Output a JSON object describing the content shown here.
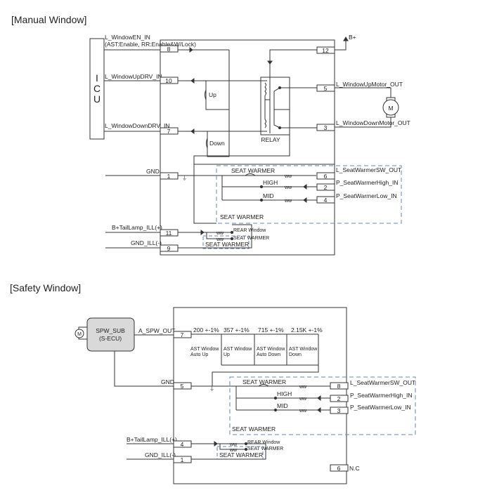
{
  "manual": {
    "title": "[Manual Window]",
    "icu_letters": [
      "I",
      "C",
      "U"
    ],
    "signals": {
      "en": "L_WindowEN_IN",
      "en_note": "(AST:Enable, RR:Enable&W/Lock)",
      "up": "L_WindowUpDRV_IN",
      "down": "L_WindowDownDRV_IN",
      "gnd": "GND",
      "tail": "B+TailLamp_ILL(+)",
      "gnd_ill": "GND_ILL(-)",
      "bplus": "B+",
      "up_motor": "L_WindowUpMotor_OUT",
      "down_motor": "L_WindowDownMotor_OUT",
      "sw_out": "L_SeatWarmerSW_OUT",
      "high_in": "P_SeatWarmerHigh_IN",
      "low_in": "P_SeatWarmerLow_IN"
    },
    "pins": {
      "en": "8",
      "up": "10",
      "down": "7",
      "gnd": "1",
      "tail": "11",
      "gnd_ill": "9",
      "bplus": "12",
      "up_motor": "5",
      "down_motor": "3",
      "sw_out": "6",
      "high_in": "2",
      "low_in": "4"
    },
    "switch_up": "Up",
    "switch_down": "Down",
    "relay": "RELAY",
    "motor": "M",
    "seat_warmer": "SEAT WARMER",
    "high": "HIGH",
    "mid": "MID",
    "seat_warmer_box": "SEAT WARMER",
    "rear_window": "REAR Window",
    "seat_warmer_small": "SEAT WARMER",
    "seat_warmer_box2": "SEAT WARMER"
  },
  "safety": {
    "title": "[Safety Window]",
    "ecu_name": "SPW_SUB",
    "ecu_sub": "(S-ECU)",
    "motor": "M",
    "signals": {
      "a_spw": "A_SPW_OUT",
      "gnd": "GND",
      "tail": "B+TailLamp_ILL(+)",
      "gnd_ill": "GND_ILL(-)",
      "sw_out": "L_SeatWarmerSW_OUT",
      "high_in": "P_SeatWarmerHigh_IN",
      "low_in": "P_SeatWarmerLow_IN",
      "nc": "N.C"
    },
    "pins": {
      "a_spw": "7",
      "gnd": "5",
      "tail": "4",
      "gnd_ill": "1",
      "sw_out": "8",
      "high_in": "2",
      "low_in": "3",
      "nc": "6"
    },
    "resistors": [
      {
        "value": "200 +-1%",
        "label1": "AST Window",
        "label2": "Auto Up"
      },
      {
        "value": "357 +-1%",
        "label1": "AST Window",
        "label2": "Up"
      },
      {
        "value": "715 +-1%",
        "label1": "AST Window",
        "label2": "Auto Down"
      },
      {
        "value": "2.15K +-1%",
        "label1": "AST Window",
        "label2": "Down"
      }
    ],
    "seat_warmer": "SEAT WARMER",
    "high": "HIGH",
    "mid": "MID",
    "seat_warmer_box": "SEAT WARMER",
    "rear_window": "REAR Window",
    "seat_warmer_small": "SEAT WARMER",
    "seat_warmer_box2": "SEAT WARMER"
  }
}
